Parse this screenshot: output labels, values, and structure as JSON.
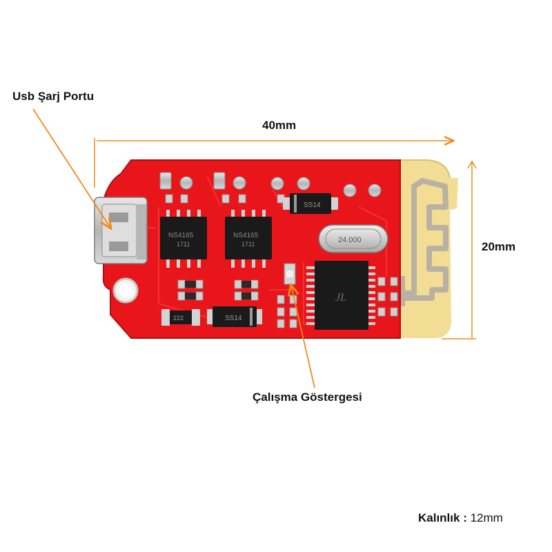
{
  "labels": {
    "usb_port": "Usb Şarj Portu",
    "width": "40mm",
    "height": "20mm",
    "indicator": "Çalışma Göstergesi",
    "thickness_key": "Kalınlık",
    "thickness_sep": " : ",
    "thickness_value": "12mm"
  },
  "markings": {
    "amp_chip_1_line1": "NS4165",
    "amp_chip_1_line2": "1711",
    "amp_chip_2_line1": "NS4165",
    "amp_chip_2_line2": "1711",
    "diode_top": "SS14",
    "diode_bottom": "SS14",
    "crystal": "24.000",
    "resistor_bottom": "222",
    "bt_chip": "JL"
  },
  "colors": {
    "pcb_red": "#e8161b",
    "pcb_edge": "#b30c10",
    "antenna_board": "#f3dc93",
    "antenna_trace": "#b9b2a2",
    "annotation_orange": "#f08a1c",
    "chip_black": "#1a1a1a",
    "metal_silver": "#c9c9c9"
  }
}
